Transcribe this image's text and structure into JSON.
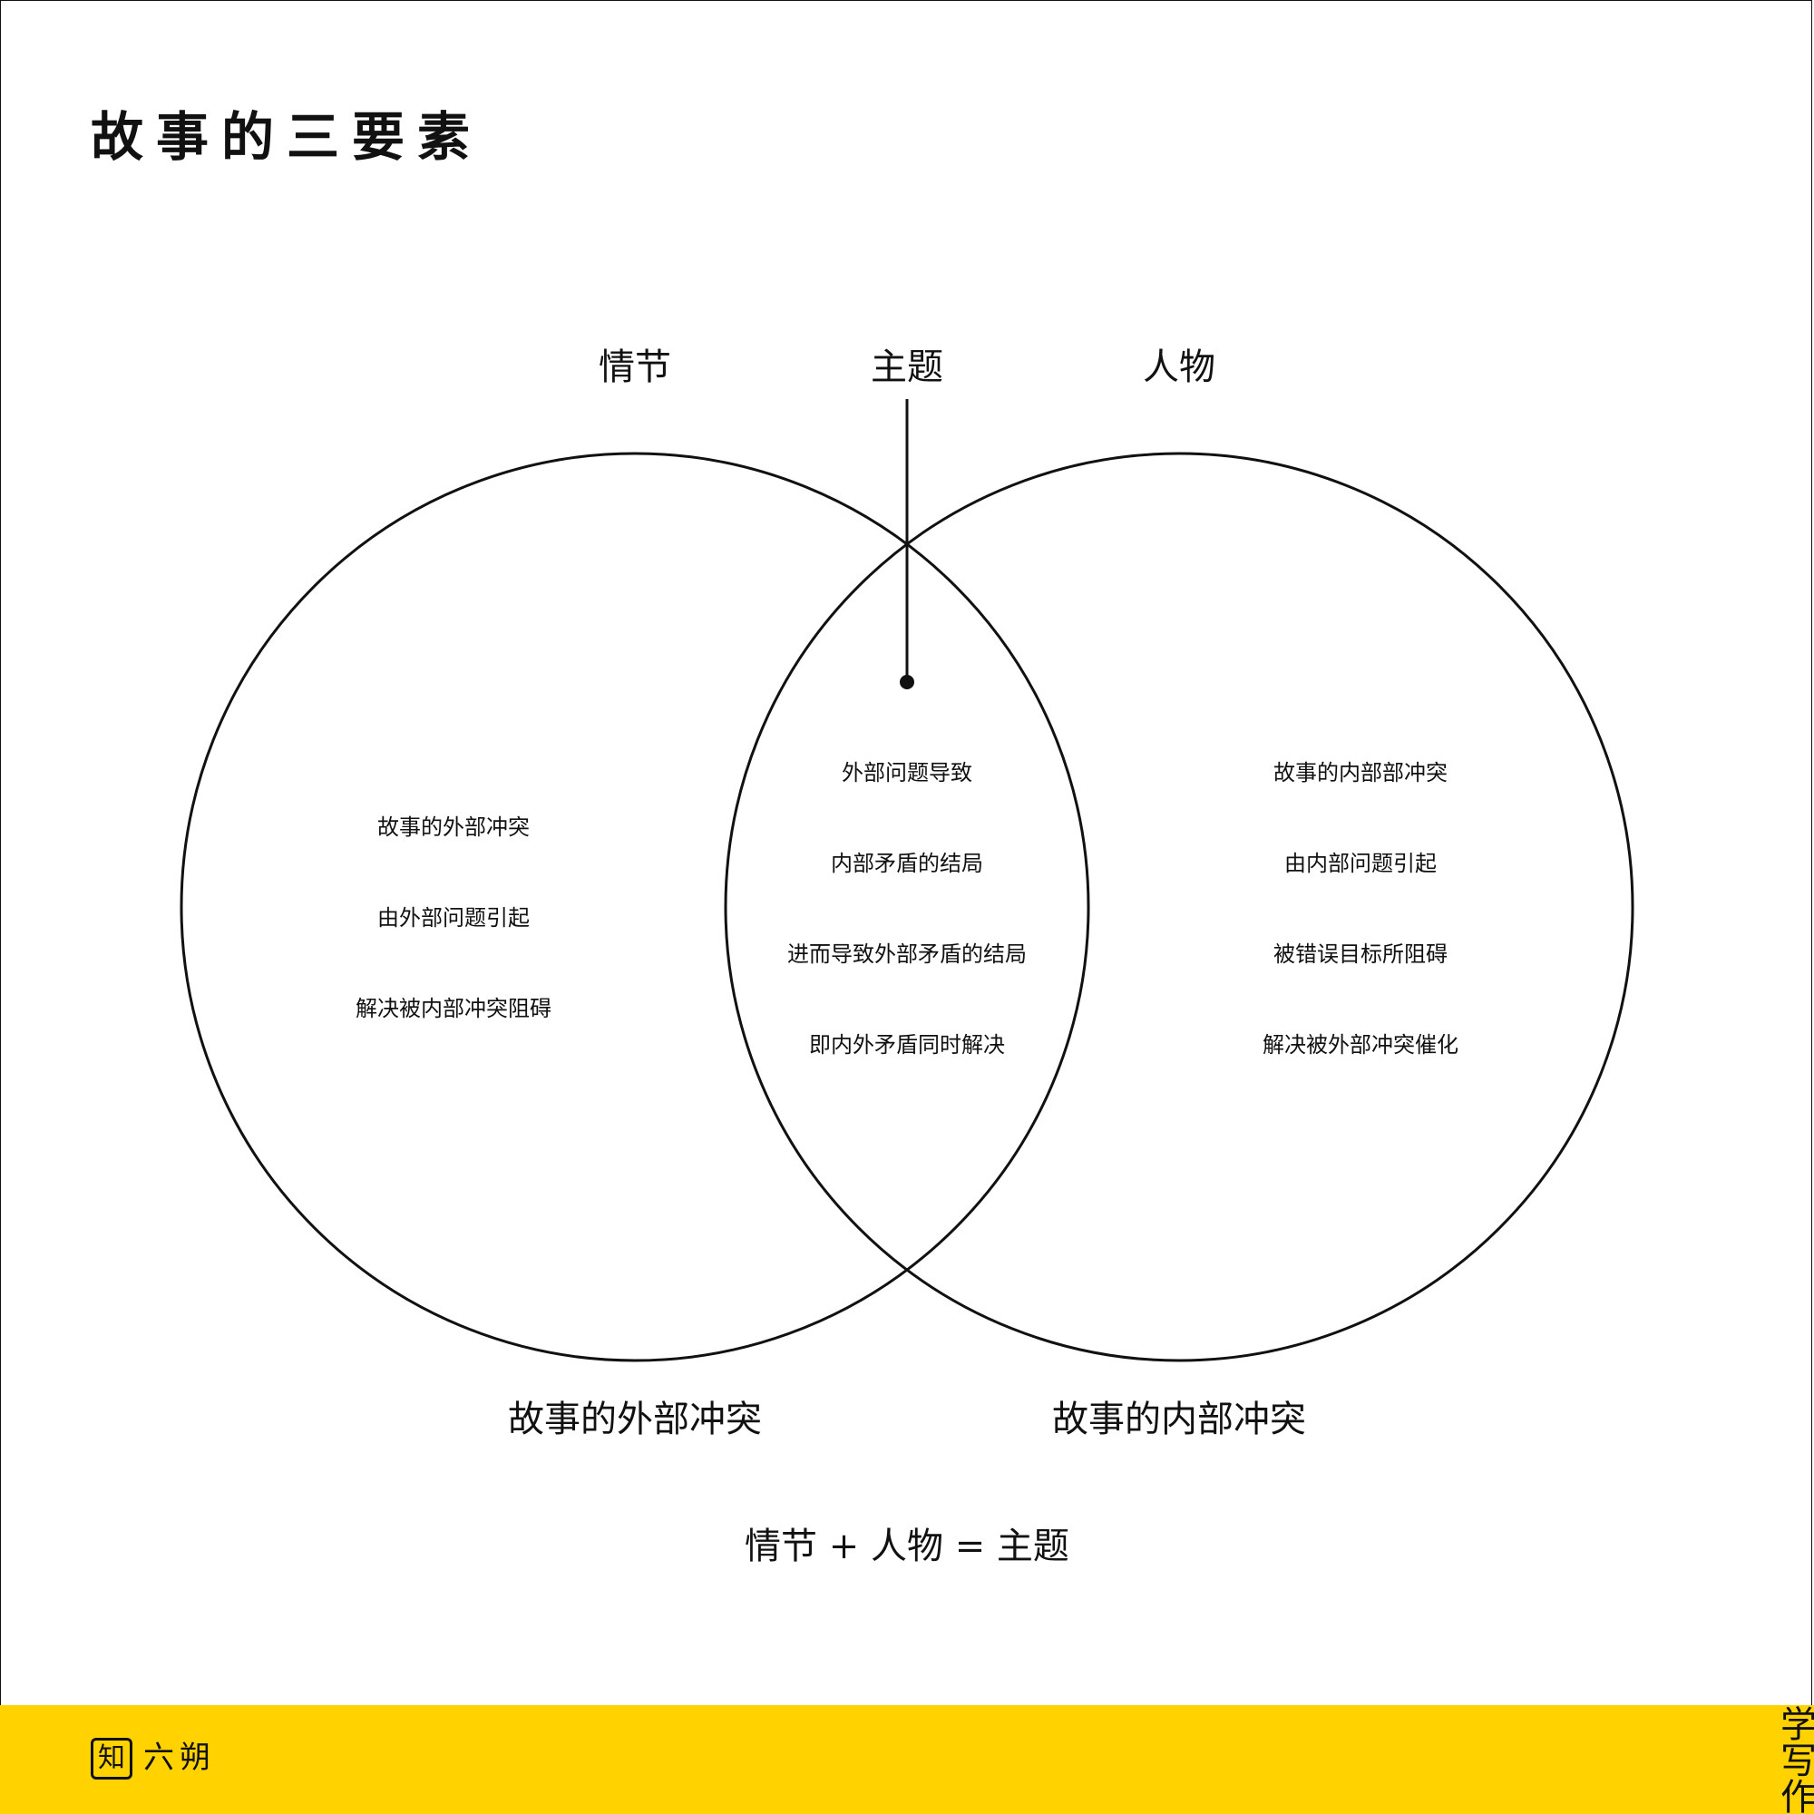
{
  "title": "故事的三要素",
  "headers": {
    "plot": "情节",
    "theme": "主题",
    "character": "人物"
  },
  "left_circle": {
    "items": [
      "故事的外部冲突",
      "由外部问题引起",
      "解决被内部冲突阻碍"
    ],
    "caption": "故事的外部冲突"
  },
  "overlap": {
    "items": [
      "外部问题导致",
      "内部矛盾的结局",
      "进而导致外部矛盾的结局",
      "即内外矛盾同时解决"
    ]
  },
  "right_circle": {
    "items": [
      "故事的内部部冲突",
      "由内部问题引起",
      "被错误目标所阻碍",
      "解决被外部冲突催化"
    ],
    "caption": "故事的内部冲突"
  },
  "formula": "情节 + 人物 = 主题",
  "footer": {
    "logo_char": "知",
    "brand": "六朔",
    "side_text": "学写作",
    "color": "#FFD200"
  }
}
